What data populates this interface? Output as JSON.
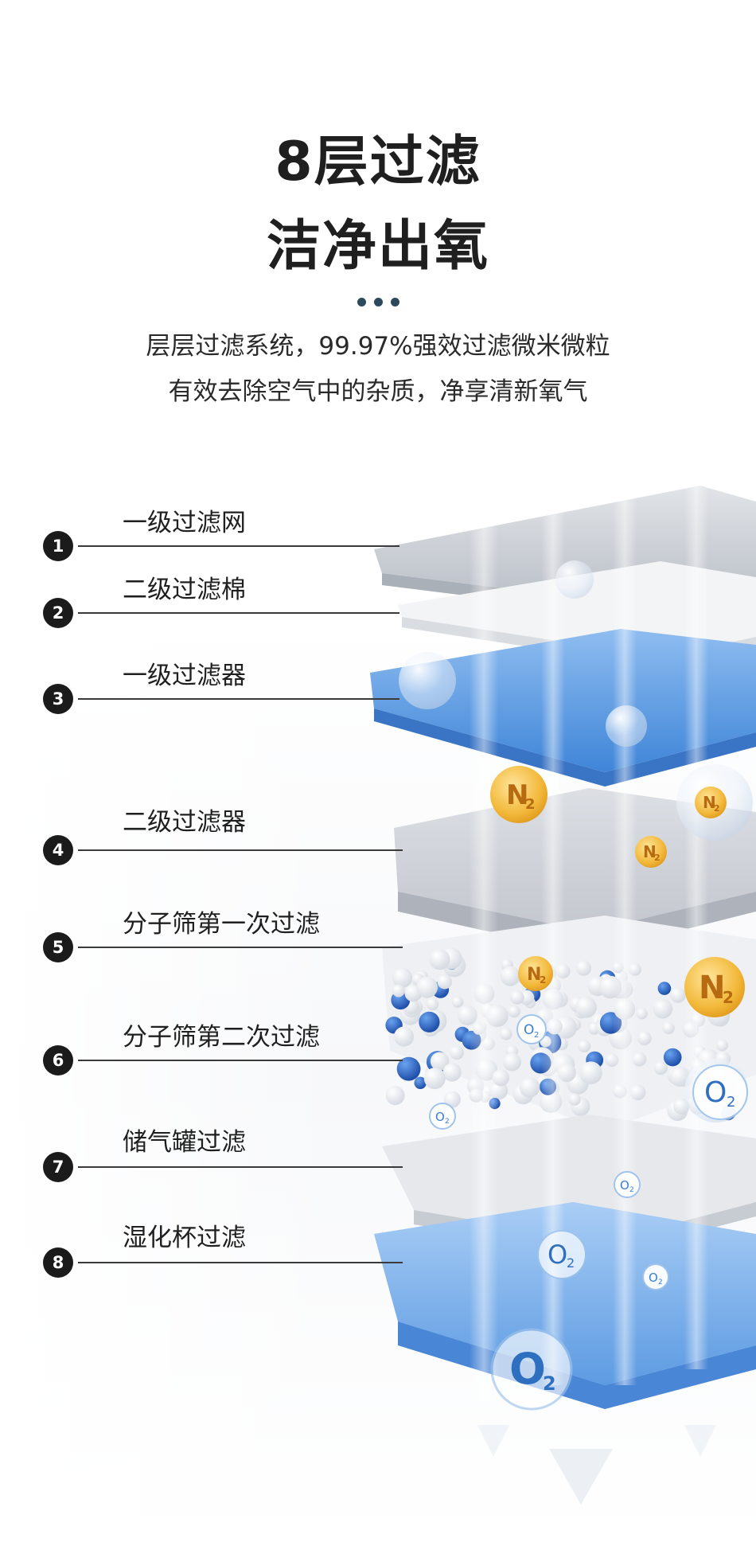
{
  "headline": {
    "line1": "8层过滤",
    "line2": "洁净出氧"
  },
  "description": {
    "line1": "层层过滤系统，99.97%强效过滤微米微粒",
    "line2": "有效去除空气中的杂质，净享清新氧气"
  },
  "layers": [
    {
      "number": "1",
      "label": "一级过滤网"
    },
    {
      "number": "2",
      "label": "二级过滤棉"
    },
    {
      "number": "3",
      "label": "一级过滤器"
    },
    {
      "number": "4",
      "label": "二级过滤器"
    },
    {
      "number": "5",
      "label": "分子筛第一次过滤"
    },
    {
      "number": "6",
      "label": "分子筛第二次过滤"
    },
    {
      "number": "7",
      "label": "储气罐过滤"
    },
    {
      "number": "8",
      "label": "湿化杯过滤"
    }
  ],
  "molecules": {
    "nitrogen": "N",
    "nitrogen_sub": "2",
    "oxygen": "O",
    "oxygen_sub": "2"
  },
  "colors": {
    "title": "#1f1f1f",
    "accent_dots": "#2c4a5c",
    "badge": "#1b1b1b",
    "filter_gray": "#c9cdd3",
    "filter_blue": "#5b9be0",
    "nitrogen_gold": "#f2b83a",
    "oxygen_blue": "#3a7fd0"
  }
}
